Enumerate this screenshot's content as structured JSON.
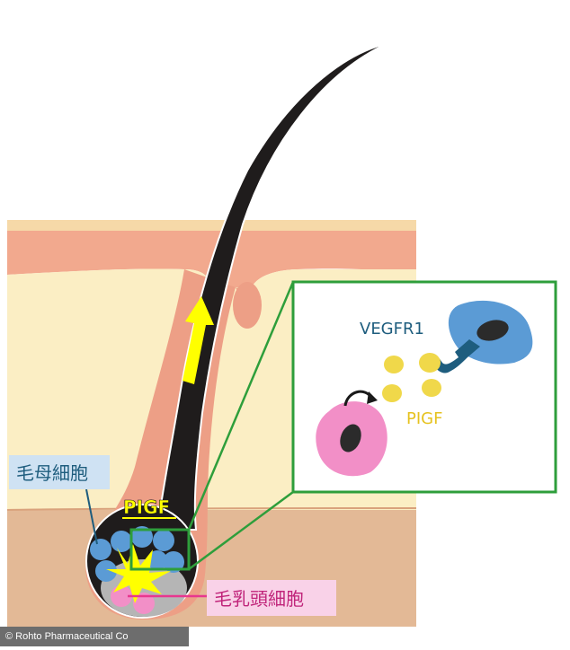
{
  "labels": {
    "pigf_main": "PIGF",
    "matrix_cell": "毛母細胞",
    "papilla_cell": "毛乳頭細胞",
    "receptor": "VEGFR1",
    "pigf_inset": "PIGF"
  },
  "credit": "© Rohto Pharmaceutical Co",
  "colors": {
    "skin_top": "#f2a98e",
    "dermis": "#fbeec4",
    "subcutis": "#e3b996",
    "hair": "#1f1c1c",
    "arrow": "#ffff00",
    "callout": "#2e9e3b",
    "matrix_cell": "#5b9bd5",
    "papilla_cell": "#f28fc7",
    "pigf_dot": "#f0d84a",
    "receptor": "#1e5d7e",
    "label_blue": "#1e5d7e",
    "label_yellow": "#e6c21e"
  }
}
